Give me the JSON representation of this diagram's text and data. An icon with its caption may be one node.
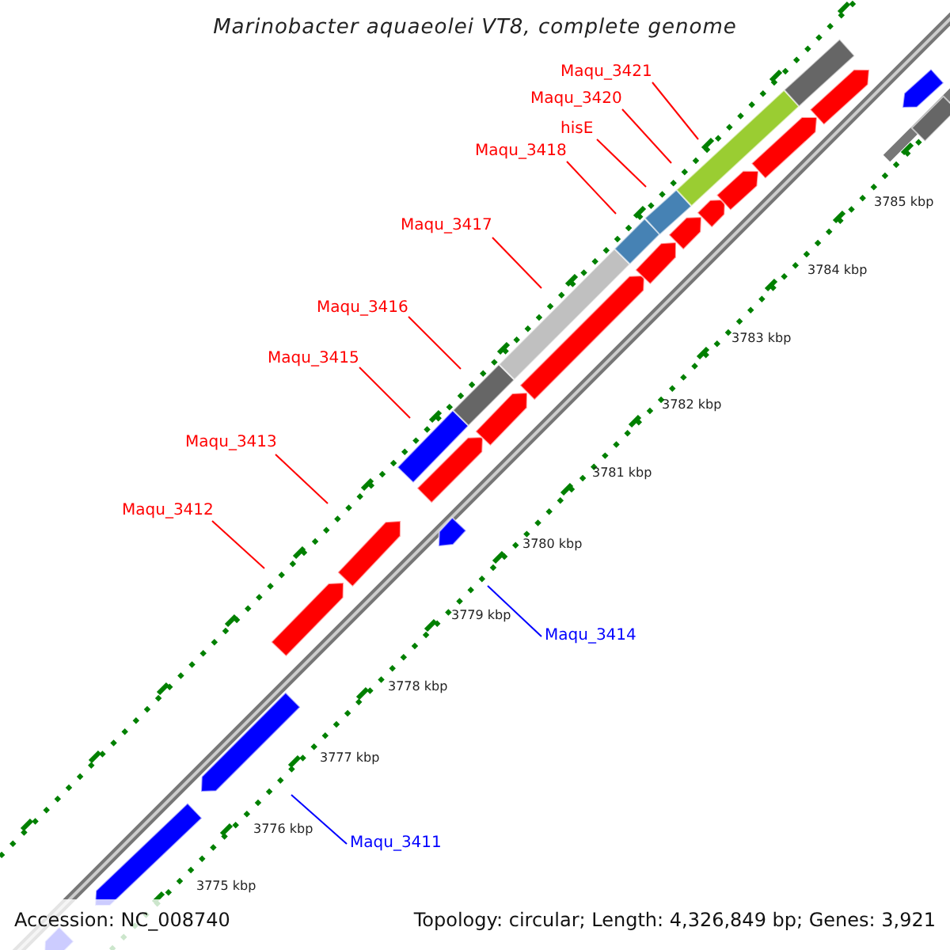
{
  "diagram": {
    "title": "Marinobacter aquaeolei VT8, complete genome",
    "nodes": [
      {
        "text": [
          "Maqu_3421"
        ]
      },
      {
        "text": [
          "Maqu_3420"
        ]
      },
      {
        "text": [
          "hisE"
        ]
      },
      {
        "text": [
          "Maqu_3418"
        ]
      },
      {
        "text": [
          "Maqu_3417"
        ]
      },
      {
        "text": [
          "Maqu_3416"
        ]
      },
      {
        "text": [
          "Maqu_3415"
        ]
      },
      {
        "text": [
          "Maqu_3413"
        ]
      },
      {
        "text": [
          "Maqu_3412"
        ]
      },
      {
        "text": [
          "Maqu_3414"
        ]
      },
      {
        "text": [
          "Maqu_3411"
        ]
      }
    ],
    "edges": [
      {
        "from": 0,
        "to": null,
        "arrow": "none"
      },
      {
        "from": 1,
        "to": null,
        "arrow": "none"
      },
      {
        "from": 2,
        "to": null,
        "arrow": "none"
      },
      {
        "from": 3,
        "to": null,
        "arrow": "none"
      },
      {
        "from": 4,
        "to": null,
        "arrow": "none"
      },
      {
        "from": 5,
        "to": null,
        "arrow": "none"
      },
      {
        "from": 6,
        "to": null,
        "arrow": "none"
      },
      {
        "from": 7,
        "to": null,
        "arrow": "none"
      },
      {
        "from": 8,
        "to": null,
        "arrow": "none"
      },
      {
        "from": 9,
        "to": null,
        "arrow": "none",
        "color": "#0000ff"
      },
      {
        "from": 10,
        "to": null,
        "arrow": "none",
        "color": "#0000ff"
      }
    ],
    "labels": [
      "3785 kbp",
      "3784 kbp",
      "3783 kbp",
      "3782 kbp",
      "3781 kbp",
      "3780 kbp",
      "3779 kbp",
      "3778 kbp",
      "3777 kbp",
      "3776 kbp",
      "3775 kbp",
      "Accession: NC_008740",
      "Topology: circular; Length: 4,326,849 bp; Genes: 3,921"
    ]
  }
}
